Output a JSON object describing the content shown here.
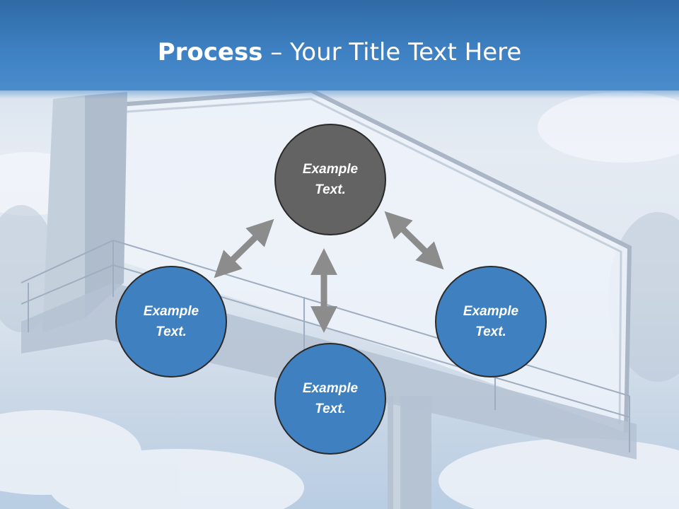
{
  "title": {
    "bold": "Process",
    "rest": " – Your Title Text Here"
  },
  "nodes": [
    {
      "id": "top",
      "line1": "Example",
      "line2": "Text."
    },
    {
      "id": "left",
      "line1": "Example",
      "line2": "Text."
    },
    {
      "id": "bottom",
      "line1": "Example",
      "line2": "Text."
    },
    {
      "id": "right",
      "line1": "Example",
      "line2": "Text."
    }
  ],
  "colors": {
    "header": "#3f82c4",
    "node_dark": "#636363",
    "node_blue": "#3e80c0",
    "node_border": "#2a2a2a",
    "arrow": "#8c8c8c"
  }
}
